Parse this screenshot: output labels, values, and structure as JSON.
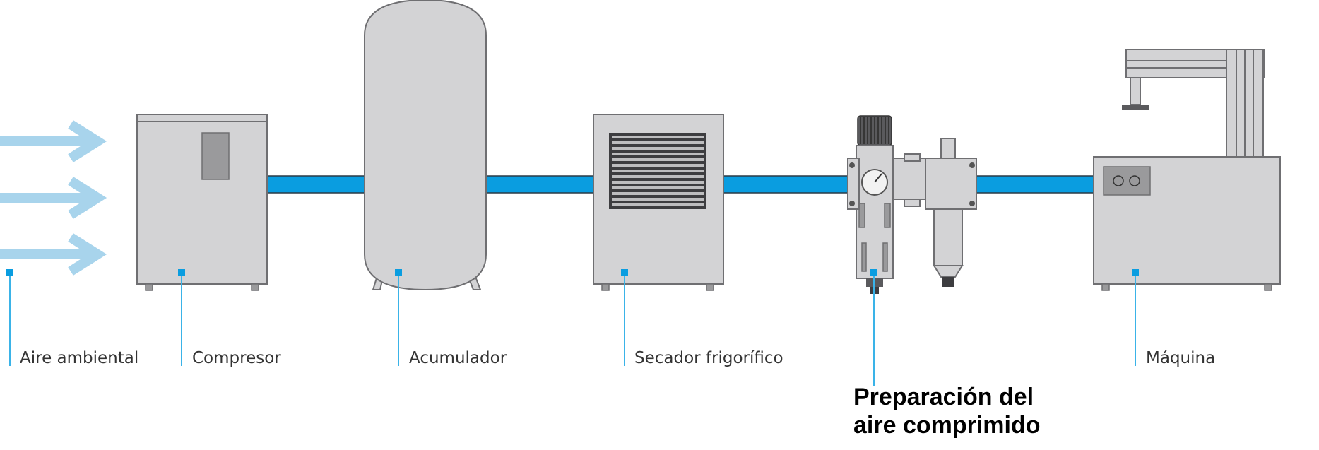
{
  "colors": {
    "pipe": "#0a9de0",
    "pipe_edge": "#2b3a45",
    "marker": "#0a9de0",
    "leader": "#3ab3e8",
    "equipment": "#d3d3d5",
    "equipment_dark": "#9a9a9c",
    "equipment_stroke": "#6f6f72",
    "air_arrow": "#a8d4ec"
  },
  "stations": [
    {
      "id": "air",
      "label": "Aire ambiental"
    },
    {
      "id": "compressor",
      "label": "Compresor"
    },
    {
      "id": "receiver",
      "label": "Acumulador"
    },
    {
      "id": "dryer",
      "label": "Secador frigorífico"
    },
    {
      "id": "frl",
      "label": "Preparación del aire comprimido",
      "label_lines": [
        "Preparación del",
        "aire comprimido"
      ]
    },
    {
      "id": "machine",
      "label": "Máquina"
    }
  ],
  "icons": {
    "air": "air-flow-arrows-icon",
    "compressor": "compressor-cabinet-icon",
    "receiver": "air-receiver-tank-icon",
    "dryer": "refrigerated-dryer-icon",
    "frl": "filter-regulator-unit-icon",
    "machine": "pneumatic-machine-icon"
  }
}
